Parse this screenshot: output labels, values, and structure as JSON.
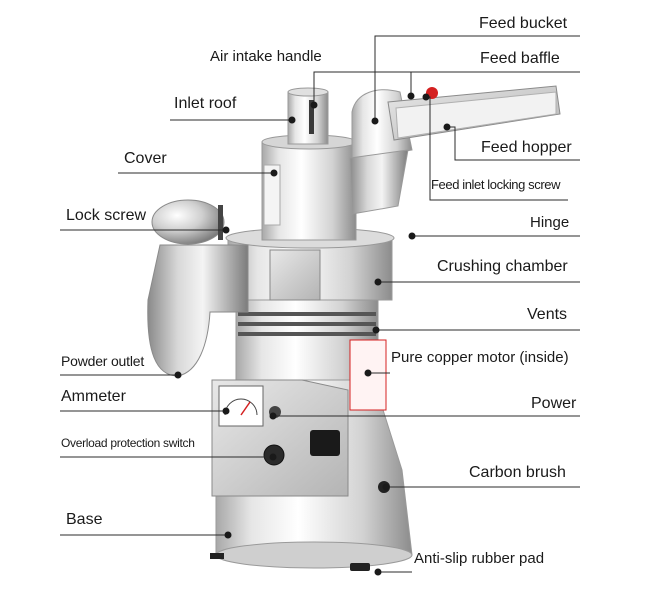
{
  "diagram": {
    "labels": {
      "feed_bucket": "Feed bucket",
      "air_intake_handle": "Air intake handle",
      "feed_baffle": "Feed baffle",
      "inlet_roof": "Inlet roof",
      "feed_hopper": "Feed hopper",
      "cover": "Cover",
      "feed_inlet_locking_screw": "Feed inlet locking screw",
      "lock_screw": "Lock screw",
      "hinge": "Hinge",
      "crushing_chamber": "Crushing chamber",
      "vents": "Vents",
      "powder_outlet": "Powder outlet",
      "pure_copper_motor": "Pure copper motor (inside)",
      "ammeter": "Ammeter",
      "power": "Power",
      "overload_protection_switch": "Overload protection switch",
      "carbon_brush": "Carbon brush",
      "base": "Base",
      "anti_slip_rubber_pad": "Anti-slip rubber pad"
    },
    "colors": {
      "line": "#2b2b2b",
      "metal_light": "#eeeeee",
      "metal_dark": "#9a9a9a",
      "knob_red": "#d42020"
    }
  }
}
